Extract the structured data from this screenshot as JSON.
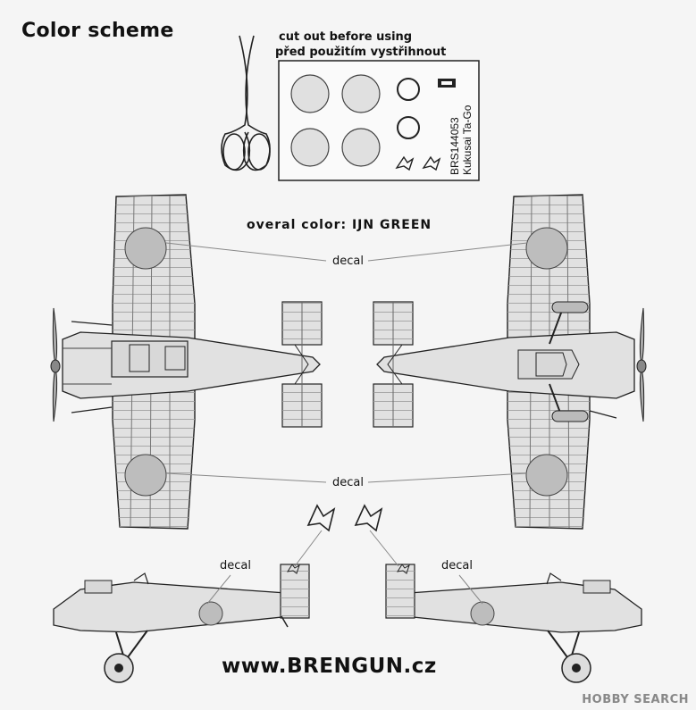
{
  "title": "Color scheme",
  "cut_note": {
    "line1": "cut out before using",
    "line2": "před použitím vystřihnout"
  },
  "decal_sheet": {
    "code": "BRS144053",
    "name": "Kukusai Ta-Go"
  },
  "overall_color": "overal color: IJN GREEN",
  "labels": {
    "decal_top": "decal",
    "decal_middle": "decal",
    "decal_side_left": "decal",
    "decal_side_right": "decal"
  },
  "website": "www.BRENGUN.cz",
  "watermark": "HOBBY SEARCH",
  "colors": {
    "airframe": "#e1e1e1",
    "lines": "#222222",
    "roundel": "#bdbdbd",
    "background": "#f5f5f5"
  }
}
